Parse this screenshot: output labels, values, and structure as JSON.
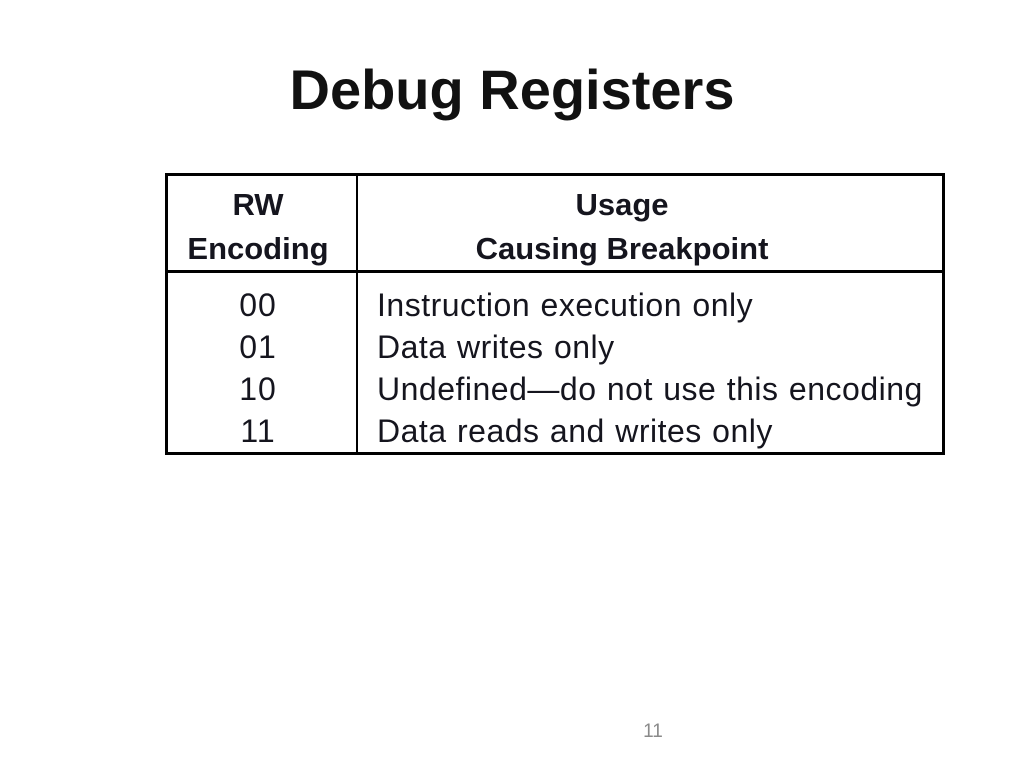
{
  "slide": {
    "title": "Debug Registers",
    "page_number": "11"
  },
  "table": {
    "headers": [
      {
        "line1": "RW",
        "line2": "Encoding"
      },
      {
        "line1": "Usage",
        "line2": "Causing Breakpoint"
      }
    ],
    "rows": [
      {
        "encoding": "00",
        "usage": "Instruction execution only"
      },
      {
        "encoding": "01",
        "usage": "Data writes only"
      },
      {
        "encoding": "10",
        "usage": "Undefined—do not use this encoding"
      },
      {
        "encoding": "11",
        "usage": "Data reads and writes only"
      }
    ]
  },
  "colors": {
    "table_border": "#000000",
    "table_text": "#15151e",
    "title_text": "#111111",
    "page_number_text": "#8a8a8a"
  }
}
